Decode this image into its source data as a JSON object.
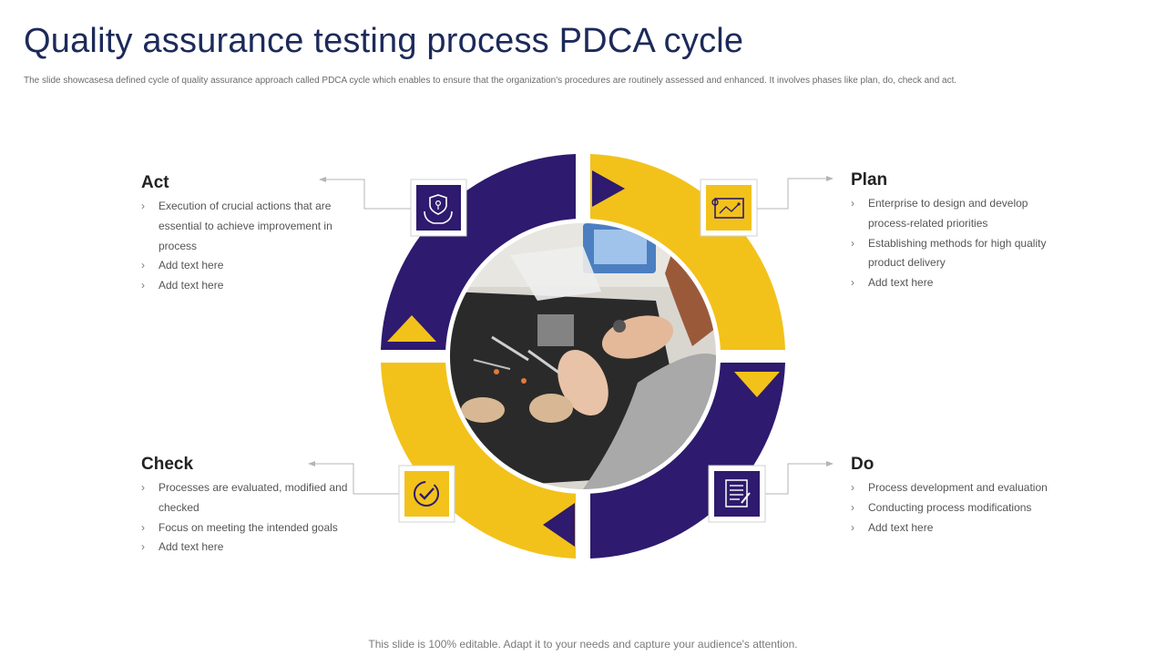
{
  "header": {
    "title": "Quality assurance testing process PDCA cycle",
    "subtitle": "The slide showcasesa defined cycle of quality assurance approach called PDCA  cycle which enables to ensure that the organization's procedures are routinely assessed and enhanced. It involves phases like plan, do, check and act."
  },
  "colors": {
    "purple": "#2e1a6e",
    "yellow": "#f2c21b",
    "title": "#1c2a5a",
    "connector": "#b5b5b5"
  },
  "phases": {
    "act": {
      "title": "Act",
      "icon": "shield-in-hands-icon",
      "bullets": [
        "Execution of crucial actions that are essential to achieve improvement in process",
        "Add text here",
        "Add text here"
      ]
    },
    "plan": {
      "title": "Plan",
      "icon": "blueprint-map-icon",
      "bullets": [
        "Enterprise to design and develop process-related priorities",
        "Establishing methods for high quality product delivery",
        "Add text here"
      ]
    },
    "check": {
      "title": "Check",
      "icon": "checkmark-badge-icon",
      "bullets": [
        "Processes are evaluated, modified and checked",
        "Focus on meeting the intended goals",
        "Add text here"
      ]
    },
    "do": {
      "title": "Do",
      "icon": "checklist-icon",
      "bullets": [
        "Process development and evaluation",
        "Conducting  process modifications",
        "Add text here"
      ]
    }
  },
  "center_image": "photo-hands-inspecting-dental-molds",
  "footer": {
    "text": "This slide is 100% editable. Adapt it to your needs and capture your audience's attention."
  }
}
